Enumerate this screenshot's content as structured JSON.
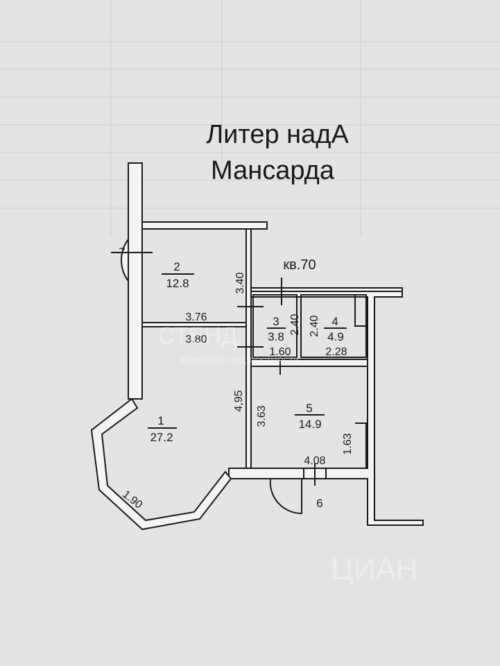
{
  "title": {
    "line1": "Литер надА",
    "line2": "Мансарда"
  },
  "apartment_label": "кв.70",
  "rooms": [
    {
      "number": "1",
      "area": "27.2"
    },
    {
      "number": "2",
      "area": "12.8"
    },
    {
      "number": "3",
      "area": "3.8"
    },
    {
      "number": "4",
      "area": "4.9"
    },
    {
      "number": "5",
      "area": "14.9"
    },
    {
      "number": "6"
    },
    {
      "number": "7"
    }
  ],
  "dimensions": {
    "d340": "3.40",
    "d376": "3.76",
    "d380": "3.80",
    "d240a": "2.40",
    "d240b": "2.40",
    "d160": "1.60",
    "d228": "2.28",
    "d495": "4,95",
    "d363": "3.63",
    "d163": "1.63",
    "d408": "4.08",
    "d190": "1.90"
  },
  "watermarks": {
    "agency": "СТЕНД",
    "agency_sub": "агентство недвижимости",
    "site": "ЦИАН"
  }
}
